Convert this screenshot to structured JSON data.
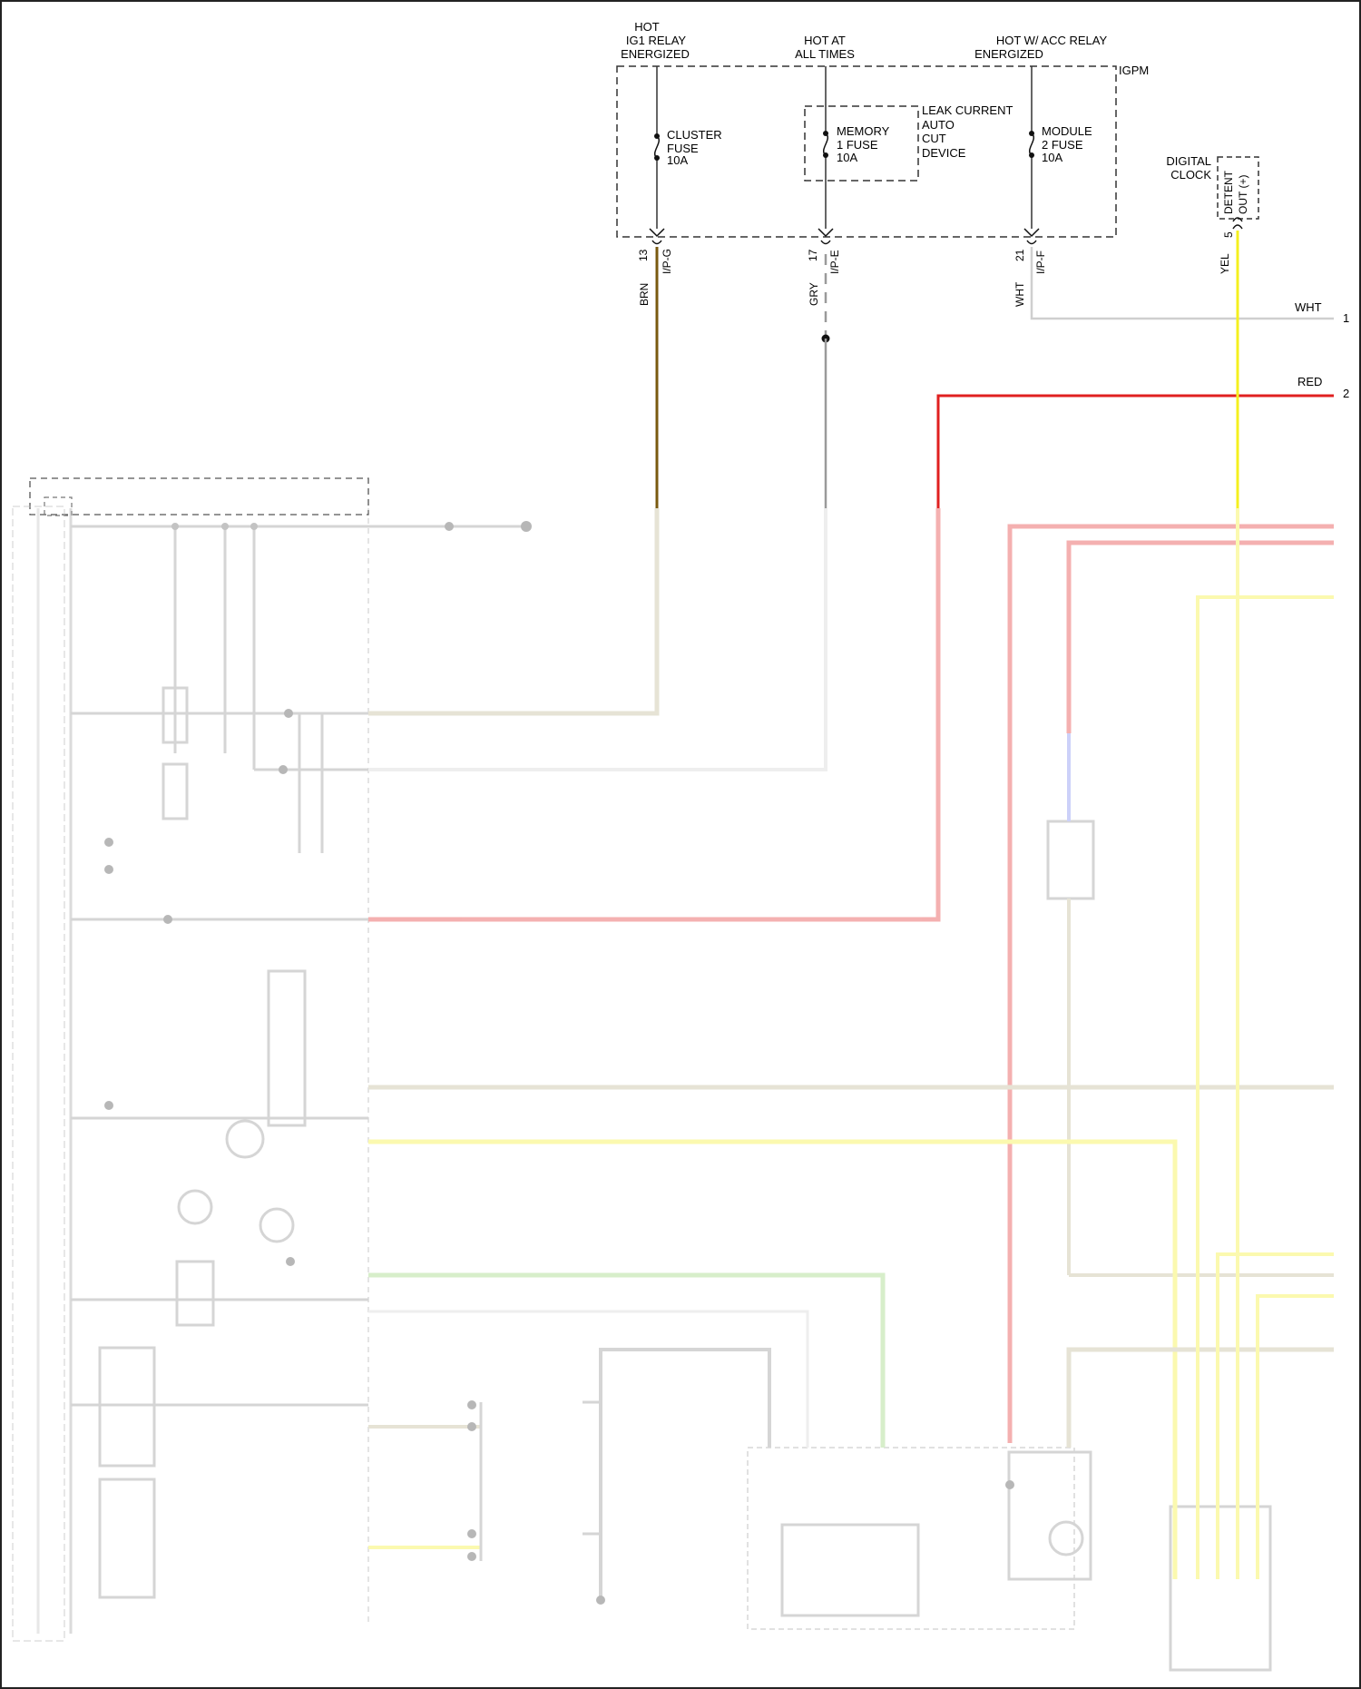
{
  "power_sources": [
    {
      "lines": [
        "HOT",
        "IG1 RELAY",
        "ENERGIZED"
      ]
    },
    {
      "lines": [
        "HOT AT",
        "ALL TIMES"
      ]
    },
    {
      "lines": [
        "HOT W/ ACC RELAY",
        "ENERGIZED"
      ]
    }
  ],
  "igpm_label": "IGPM",
  "fuses": [
    {
      "lines": [
        "CLUSTER",
        "FUSE",
        "10A"
      ]
    },
    {
      "lines": [
        "MEMORY",
        "1 FUSE",
        "10A"
      ]
    },
    {
      "lines": [
        "MODULE",
        "2 FUSE",
        "10A"
      ]
    }
  ],
  "leak_device": {
    "lines": [
      "LEAK CURRENT",
      "AUTO",
      "CUT",
      "DEVICE"
    ]
  },
  "connectors": [
    {
      "pin": "13",
      "conn": "I/P-G",
      "wire": "BRN"
    },
    {
      "pin": "17",
      "conn": "I/P-E",
      "wire": "GRY"
    },
    {
      "pin": "21",
      "conn": "I/P-F",
      "wire": "WHT"
    }
  ],
  "digital_clock": {
    "lines": [
      "DIGITAL",
      "CLOCK"
    ],
    "pins": [
      "DETENT",
      "OUT (+)"
    ],
    "pin": "5",
    "wire": "YEL"
  },
  "right_wires": [
    {
      "label": "WHT",
      "num": "1"
    },
    {
      "label": "RED",
      "num": "2"
    }
  ],
  "colors": {
    "brn": "#7a5a10",
    "gry": "#9a9a9a",
    "wht": "#cfcfcf",
    "red": "#e02020",
    "yel": "#f5f01e",
    "grn": "#8fd06a",
    "blu": "#6e7df0",
    "olive": "#b8b08a"
  }
}
